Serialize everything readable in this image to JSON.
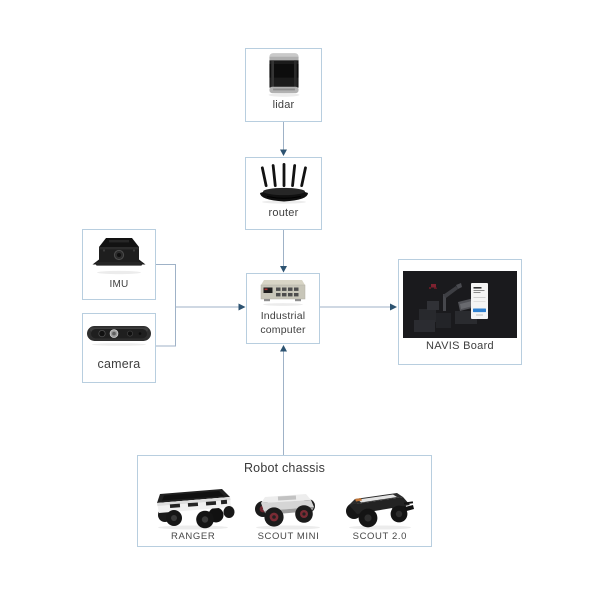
{
  "diagram_type": "hardware-architecture-diagram",
  "nodes": {
    "lidar": {
      "label": "lidar",
      "icon": "lidar-cylinder-icon"
    },
    "router": {
      "label": "router",
      "icon": "wifi-router-icon"
    },
    "imu": {
      "label": "IMU",
      "icon": "imu-module-icon"
    },
    "camera": {
      "label": "camera",
      "icon": "stereo-camera-icon"
    },
    "industrial_computer": {
      "label_line1": "Industrial",
      "label_line2": "computer",
      "icon": "industrial-pc-icon"
    },
    "navis_board": {
      "label": "NAVIS Board",
      "icon": "navis-board-photo"
    }
  },
  "chassis": {
    "title": "Robot chassis",
    "items": [
      {
        "name": "RANGER",
        "icon": "ranger-robot-image"
      },
      {
        "name": "SCOUT MINI",
        "icon": "scout-mini-robot-image"
      },
      {
        "name": "SCOUT 2.0",
        "icon": "scout-2-robot-image"
      }
    ]
  },
  "edges": [
    {
      "from": "lidar",
      "to": "router",
      "direction": "down"
    },
    {
      "from": "router",
      "to": "industrial_computer",
      "direction": "down"
    },
    {
      "from": "imu",
      "to": "industrial_computer",
      "direction": "right"
    },
    {
      "from": "camera",
      "to": "industrial_computer",
      "direction": "right"
    },
    {
      "from": "robot_chassis",
      "to": "industrial_computer",
      "direction": "up"
    },
    {
      "from": "industrial_computer",
      "to": "navis_board",
      "direction": "right"
    }
  ],
  "colors": {
    "background": "#ffffff",
    "box_border": "#b8cedf",
    "connector_line": "#9fb2c7",
    "arrowhead": "#2d5371",
    "label_text": "#3e3e3e",
    "navis_button_blue": "#2f80d0"
  }
}
